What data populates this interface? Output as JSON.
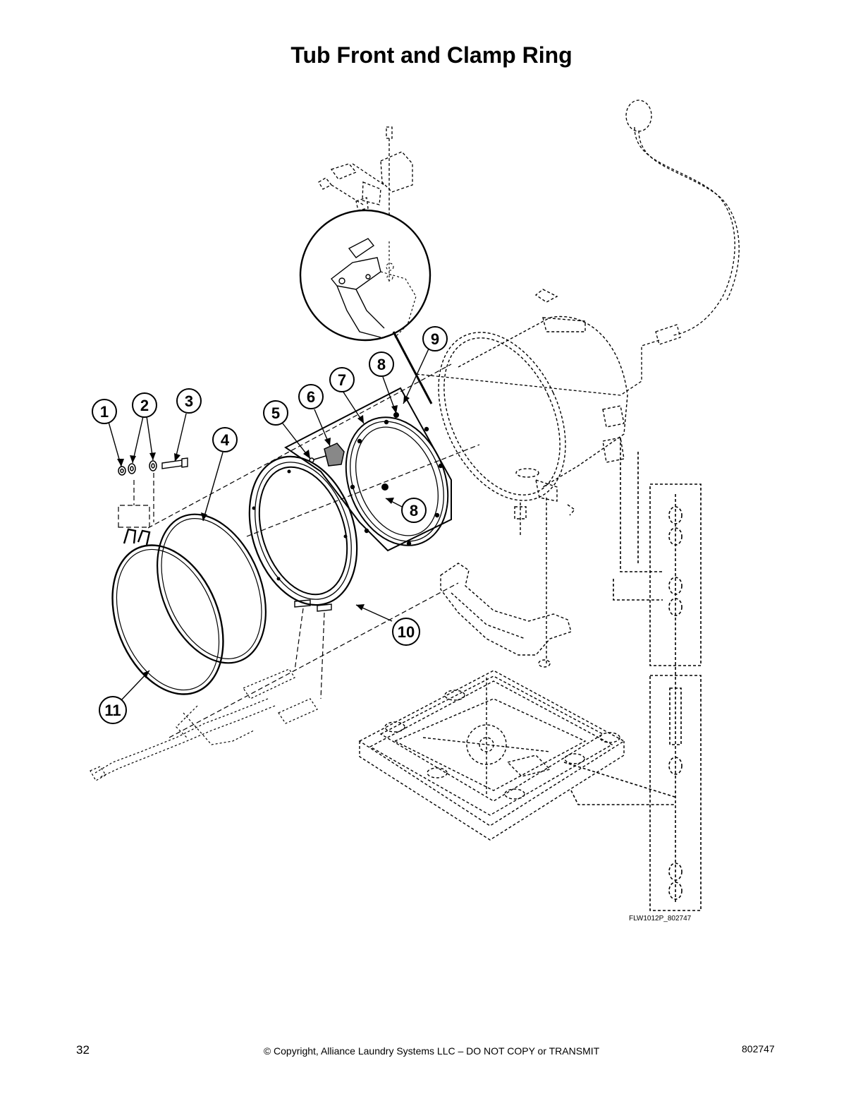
{
  "page": {
    "title": "Tub Front and Clamp Ring",
    "page_number": "32",
    "copyright": "© Copyright, Alliance Laundry Systems LLC – DO NOT COPY or TRANSMIT",
    "document_number": "802747"
  },
  "diagram": {
    "drawing_id": "FLW1012P_802747",
    "callouts": [
      "1",
      "2",
      "3",
      "4",
      "5",
      "6",
      "7",
      "8",
      "8",
      "9",
      "10",
      "11"
    ]
  }
}
